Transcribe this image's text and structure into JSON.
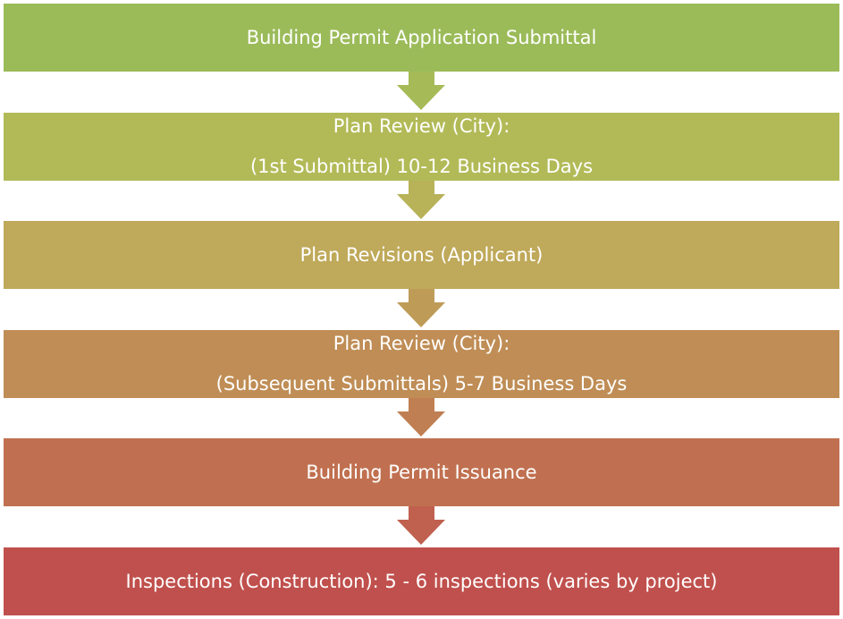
{
  "steps": [
    {
      "lines": [
        "Building Permit Application Submittal"
      ],
      "color": "#9bbb59"
    },
    {
      "lines": [
        "Plan Review (City):",
        "(1st Submittal) 10-12 Business Days"
      ],
      "color": "#b2ba57"
    },
    {
      "lines": [
        "Plan Revisions (Applicant)"
      ],
      "color": "#bfa95a"
    },
    {
      "lines": [
        "Plan Review (City):",
        "(Subsequent Submittals)  5-7 Business Days"
      ],
      "color": "#bf8d55"
    },
    {
      "lines": [
        "Building Permit Issuance"
      ],
      "color": "#c07050"
    },
    {
      "lines": [
        "Inspections (Construction): 5 - 6 inspections (varies by project)"
      ],
      "color": "#c0504d"
    }
  ]
}
